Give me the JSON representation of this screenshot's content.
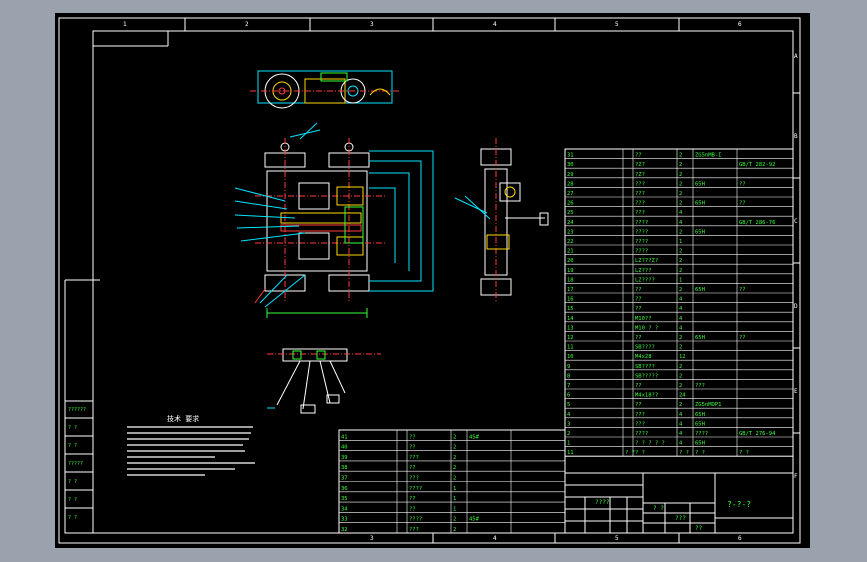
{
  "colors": {
    "background": "#000000",
    "frame": "#ffffff",
    "table_text": "#39ff39",
    "model_cyan": "#00e5ff",
    "model_red": "#ff3b3b",
    "model_yellow": "#ffd700",
    "model_green": "#39ff39",
    "window_gray": "#9aa3ad"
  },
  "border_labels": {
    "top": [
      "1",
      "2",
      "3",
      "4",
      "5",
      "6"
    ],
    "bottom": [
      "3",
      "4",
      "5",
      "6"
    ],
    "right": [
      "A",
      "B",
      "C",
      "D",
      "E",
      "F"
    ]
  },
  "tech_notes": {
    "title": "技术 要求"
  },
  "left_stamp": [
    "??????",
    "? ?",
    "? ?",
    "?????",
    "? ?",
    "? ?",
    "? ?"
  ],
  "bom_upper": [
    {
      "no": "31",
      "code": "",
      "name": "??",
      "qty": "2",
      "mat": "ZG5nMB-I",
      "note": ""
    },
    {
      "no": "30",
      "code": "",
      "name": "?Z?",
      "qty": "2",
      "mat": "",
      "note": "GB/T 282-92"
    },
    {
      "no": "29",
      "code": "",
      "name": "?Z?",
      "qty": "2",
      "mat": "",
      "note": ""
    },
    {
      "no": "28",
      "code": "",
      "name": "???",
      "qty": "2",
      "mat": "65H",
      "note": "??"
    },
    {
      "no": "27",
      "code": "",
      "name": "???",
      "qty": "2",
      "mat": "",
      "note": ""
    },
    {
      "no": "26",
      "code": "",
      "name": "???",
      "qty": "2",
      "mat": "65H",
      "note": "??"
    },
    {
      "no": "25",
      "code": "",
      "name": "???",
      "qty": "4",
      "mat": "",
      "note": ""
    },
    {
      "no": "24",
      "code": "",
      "name": "????",
      "qty": "4",
      "mat": "",
      "note": "GB/T 286-76"
    },
    {
      "no": "23",
      "code": "",
      "name": "????",
      "qty": "2",
      "mat": "65H",
      "note": ""
    },
    {
      "no": "22",
      "code": "",
      "name": "????",
      "qty": "1",
      "mat": "",
      "note": ""
    },
    {
      "no": "21",
      "code": "",
      "name": "????",
      "qty": "2",
      "mat": "",
      "note": ""
    },
    {
      "no": "20",
      "code": "",
      "name": "LZ???Z?",
      "qty": "2",
      "mat": "",
      "note": ""
    },
    {
      "no": "19",
      "code": "",
      "name": "LZ???",
      "qty": "2",
      "mat": "",
      "note": ""
    },
    {
      "no": "18",
      "code": "",
      "name": "LZ????",
      "qty": "1",
      "mat": "",
      "note": ""
    },
    {
      "no": "17",
      "code": "",
      "name": "??",
      "qty": "2",
      "mat": "65H",
      "note": "??"
    },
    {
      "no": "16",
      "code": "",
      "name": "??",
      "qty": "4",
      "mat": "",
      "note": ""
    },
    {
      "no": "15",
      "code": "",
      "name": "??",
      "qty": "4",
      "mat": "",
      "note": ""
    },
    {
      "no": "14",
      "code": "",
      "name": "M10??",
      "qty": "4",
      "mat": "",
      "note": ""
    },
    {
      "no": "13",
      "code": "",
      "name": "M10 ? ?",
      "qty": "4",
      "mat": "",
      "note": ""
    },
    {
      "no": "12",
      "code": "",
      "name": "??",
      "qty": "2",
      "mat": "65H",
      "note": "??"
    },
    {
      "no": "11",
      "code": "",
      "name": "SB????",
      "qty": "2",
      "mat": "",
      "note": ""
    },
    {
      "no": "10",
      "code": "",
      "name": "M4x28",
      "qty": "12",
      "mat": "",
      "note": ""
    },
    {
      "no": "9",
      "code": "",
      "name": "SB????",
      "qty": "2",
      "mat": "",
      "note": ""
    },
    {
      "no": "8",
      "code": "",
      "name": "SB?????",
      "qty": "2",
      "mat": "",
      "note": ""
    },
    {
      "no": "7",
      "code": "",
      "name": "??",
      "qty": "2",
      "mat": "???",
      "note": ""
    },
    {
      "no": "6",
      "code": "",
      "name": "M4x18??",
      "qty": "24",
      "mat": "",
      "note": ""
    },
    {
      "no": "5",
      "code": "",
      "name": "??",
      "qty": "2",
      "mat": "ZG5nMOP1",
      "note": ""
    },
    {
      "no": "4",
      "code": "",
      "name": "???",
      "qty": "4",
      "mat": "65H",
      "note": ""
    },
    {
      "no": "3",
      "code": "",
      "name": "???",
      "qty": "4",
      "mat": "65H",
      "note": ""
    },
    {
      "no": "2",
      "code": "",
      "name": "????",
      "qty": "4",
      "mat": "????",
      "note": "GB/T 276-94"
    },
    {
      "no": "1",
      "code": "",
      "name": "? ? ? ? ?",
      "qty": "4",
      "mat": "65H",
      "note": ""
    }
  ],
  "bom_upper_header": {
    "no": "11",
    "code": "? ?",
    "name": "? ?",
    "qty": "? ?",
    "mat": "? ?",
    "note": "? ?"
  },
  "bom_lower": [
    {
      "no": "41",
      "code": "",
      "name": "??",
      "qty": "2",
      "mat": "45#",
      "note": ""
    },
    {
      "no": "40",
      "code": "",
      "name": "??",
      "qty": "2",
      "mat": "",
      "note": ""
    },
    {
      "no": "39",
      "code": "",
      "name": "???",
      "qty": "2",
      "mat": "",
      "note": ""
    },
    {
      "no": "38",
      "code": "",
      "name": "??",
      "qty": "2",
      "mat": "",
      "note": ""
    },
    {
      "no": "37",
      "code": "",
      "name": "???",
      "qty": "2",
      "mat": "",
      "note": ""
    },
    {
      "no": "36",
      "code": "",
      "name": "????",
      "qty": "1",
      "mat": "",
      "note": ""
    },
    {
      "no": "35",
      "code": "",
      "name": "??",
      "qty": "1",
      "mat": "",
      "note": ""
    },
    {
      "no": "34",
      "code": "",
      "name": "??",
      "qty": "1",
      "mat": "",
      "note": ""
    },
    {
      "no": "33",
      "code": "",
      "name": "????",
      "qty": "2",
      "mat": "45#",
      "note": ""
    },
    {
      "no": "32",
      "code": "",
      "name": "???",
      "qty": "2",
      "mat": "",
      "note": ""
    }
  ],
  "title_block": {
    "drawing_name": "?-?-?",
    "scale_label": "????",
    "sheet_label": "? ?",
    "sign_a": "???",
    "sign_b": "??"
  }
}
